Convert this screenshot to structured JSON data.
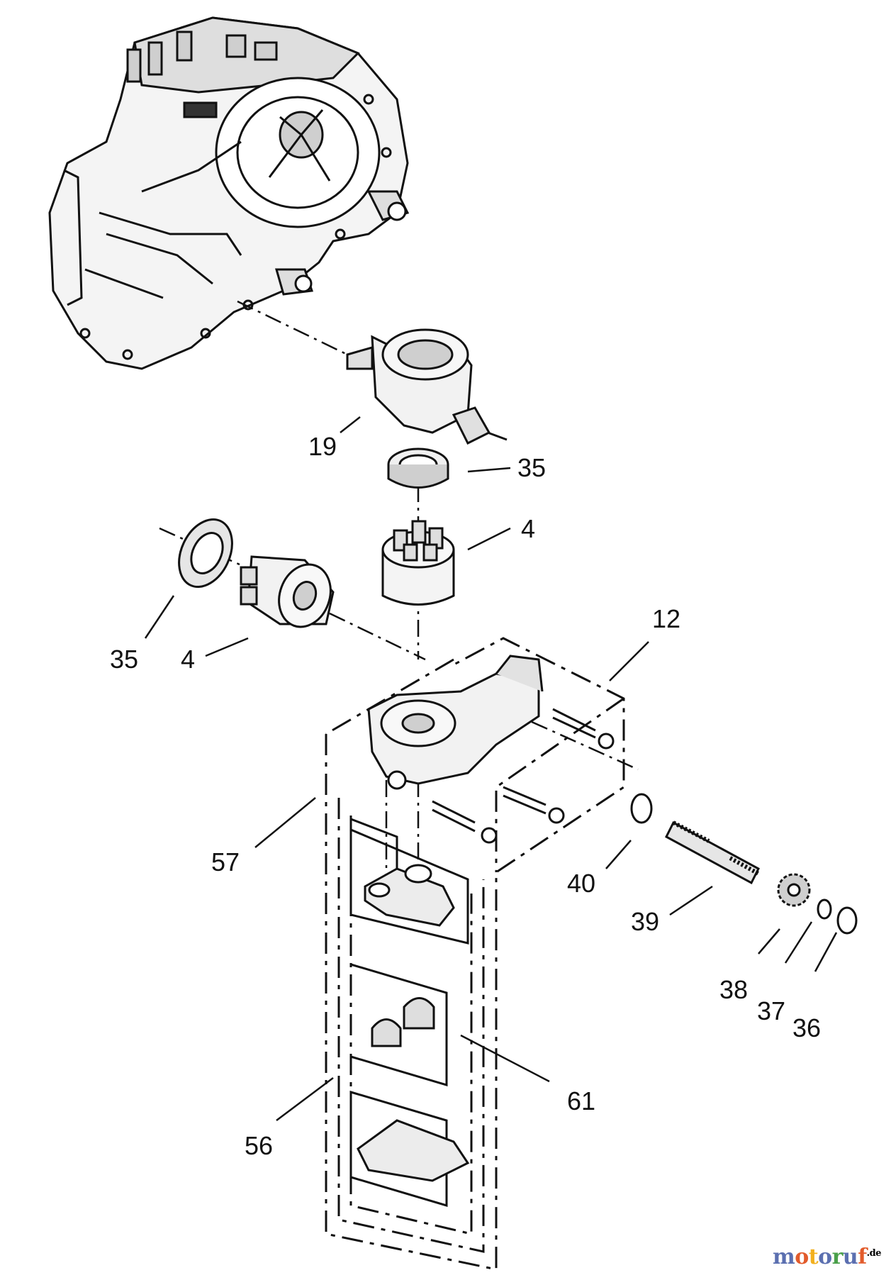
{
  "callouts": [
    {
      "id": "19",
      "text": "19"
    },
    {
      "id": "35a",
      "text": "35"
    },
    {
      "id": "4a",
      "text": "4"
    },
    {
      "id": "35b",
      "text": "35"
    },
    {
      "id": "4b",
      "text": "4"
    },
    {
      "id": "12",
      "text": "12"
    },
    {
      "id": "57",
      "text": "57"
    },
    {
      "id": "40",
      "text": "40"
    },
    {
      "id": "39",
      "text": "39"
    },
    {
      "id": "38",
      "text": "38"
    },
    {
      "id": "37",
      "text": "37"
    },
    {
      "id": "36",
      "text": "36"
    },
    {
      "id": "61",
      "text": "61"
    },
    {
      "id": "56",
      "text": "56"
    }
  ],
  "watermark": {
    "letters": [
      {
        "ch": "m",
        "color": "#5b6fb0"
      },
      {
        "ch": "o",
        "color": "#e25b2b"
      },
      {
        "ch": "t",
        "color": "#f2b01e"
      },
      {
        "ch": "o",
        "color": "#5b6fb0"
      },
      {
        "ch": "r",
        "color": "#4aa04a"
      },
      {
        "ch": "u",
        "color": "#5b6fb0"
      },
      {
        "ch": "f",
        "color": "#e25b2b"
      }
    ],
    "suffix": ".de"
  },
  "colors": {
    "line": "#111111",
    "fill_light": "#f2f2f2",
    "fill_mid": "#cfcfcf",
    "fill_dark": "#8a8a8a"
  }
}
